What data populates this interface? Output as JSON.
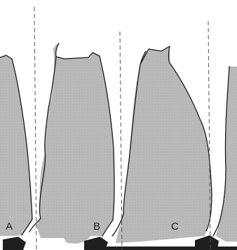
{
  "figure": {
    "panels": [
      {
        "label": "A"
      },
      {
        "label": "B"
      },
      {
        "label": "C"
      }
    ]
  },
  "colors": {
    "background": "#ffffff",
    "limb_fill": "#b9b9b9",
    "outline": "#1a1a1a",
    "hoof": "#1f1f1f",
    "axis_line": "#555555"
  }
}
